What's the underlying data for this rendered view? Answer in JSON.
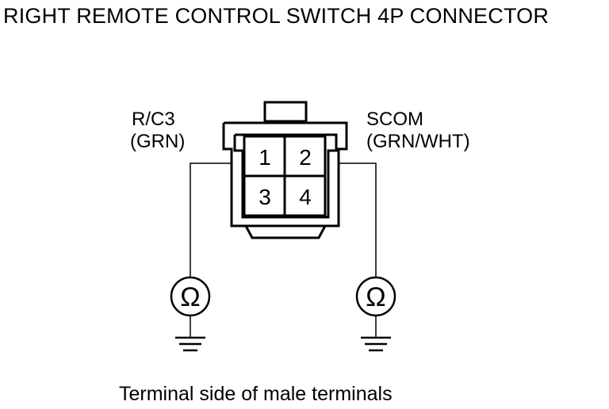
{
  "title": "RIGHT REMOTE CONTROL SWITCH 4P CONNECTOR",
  "left_wire": {
    "terminal": "R/C3",
    "color": "(GRN)"
  },
  "right_wire": {
    "terminal": "SCOM",
    "color": "(GRN/WHT)"
  },
  "pins": [
    "1",
    "2",
    "3",
    "4"
  ],
  "meter_symbol": "Ω",
  "caption": "Terminal side of male terminals",
  "icons": {
    "meter": "ohmmeter-icon",
    "ground": "ground-icon"
  }
}
